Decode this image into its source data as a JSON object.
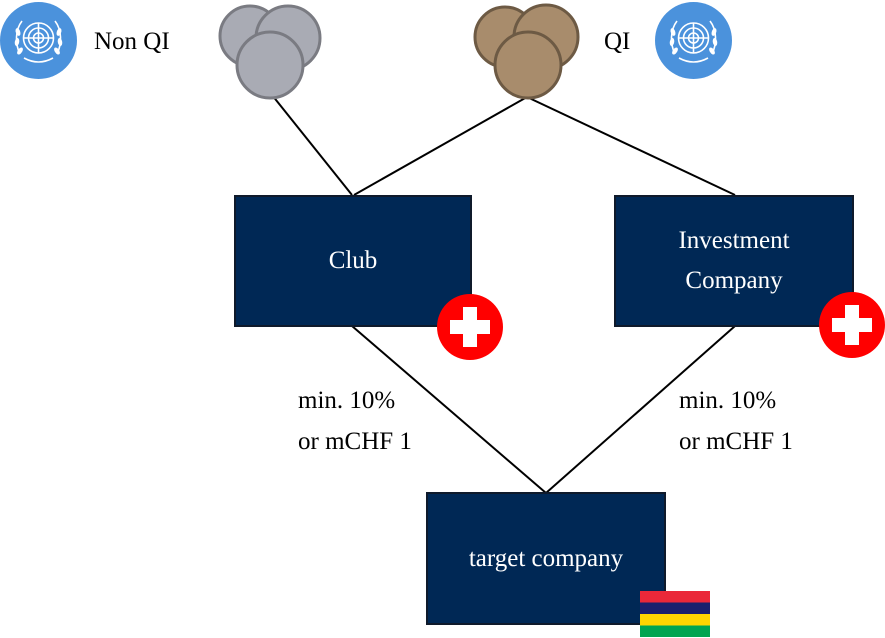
{
  "legend": {
    "non_qi_label": "Non QI",
    "qi_label": "QI"
  },
  "nodes": {
    "club": {
      "label": "Club"
    },
    "investment_company": {
      "line1": "Investment",
      "line2": "Company"
    },
    "target_company": {
      "label": "target company"
    }
  },
  "edges": {
    "club_to_target": {
      "line1": "min. 10%",
      "line2": "or mCHF 1"
    },
    "investment_to_target": {
      "line1": "min. 10%",
      "line2": "or mCHF 1"
    }
  },
  "colors": {
    "box_fill": "#002855",
    "non_qi_group": "#a9abb4",
    "qi_group": "#a88c6c",
    "un_blue": "#4b92dc",
    "swiss_red": "#ff0000",
    "mauritius_flag": [
      "#ea2839",
      "#1a206d",
      "#ffd500",
      "#00a551"
    ]
  },
  "icons": {
    "un_emblem": "un-emblem-icon",
    "swiss_cross": "swiss-cross-icon",
    "mauritius_flag": "mauritius-flag-icon",
    "people_group": "people-group-icon"
  }
}
